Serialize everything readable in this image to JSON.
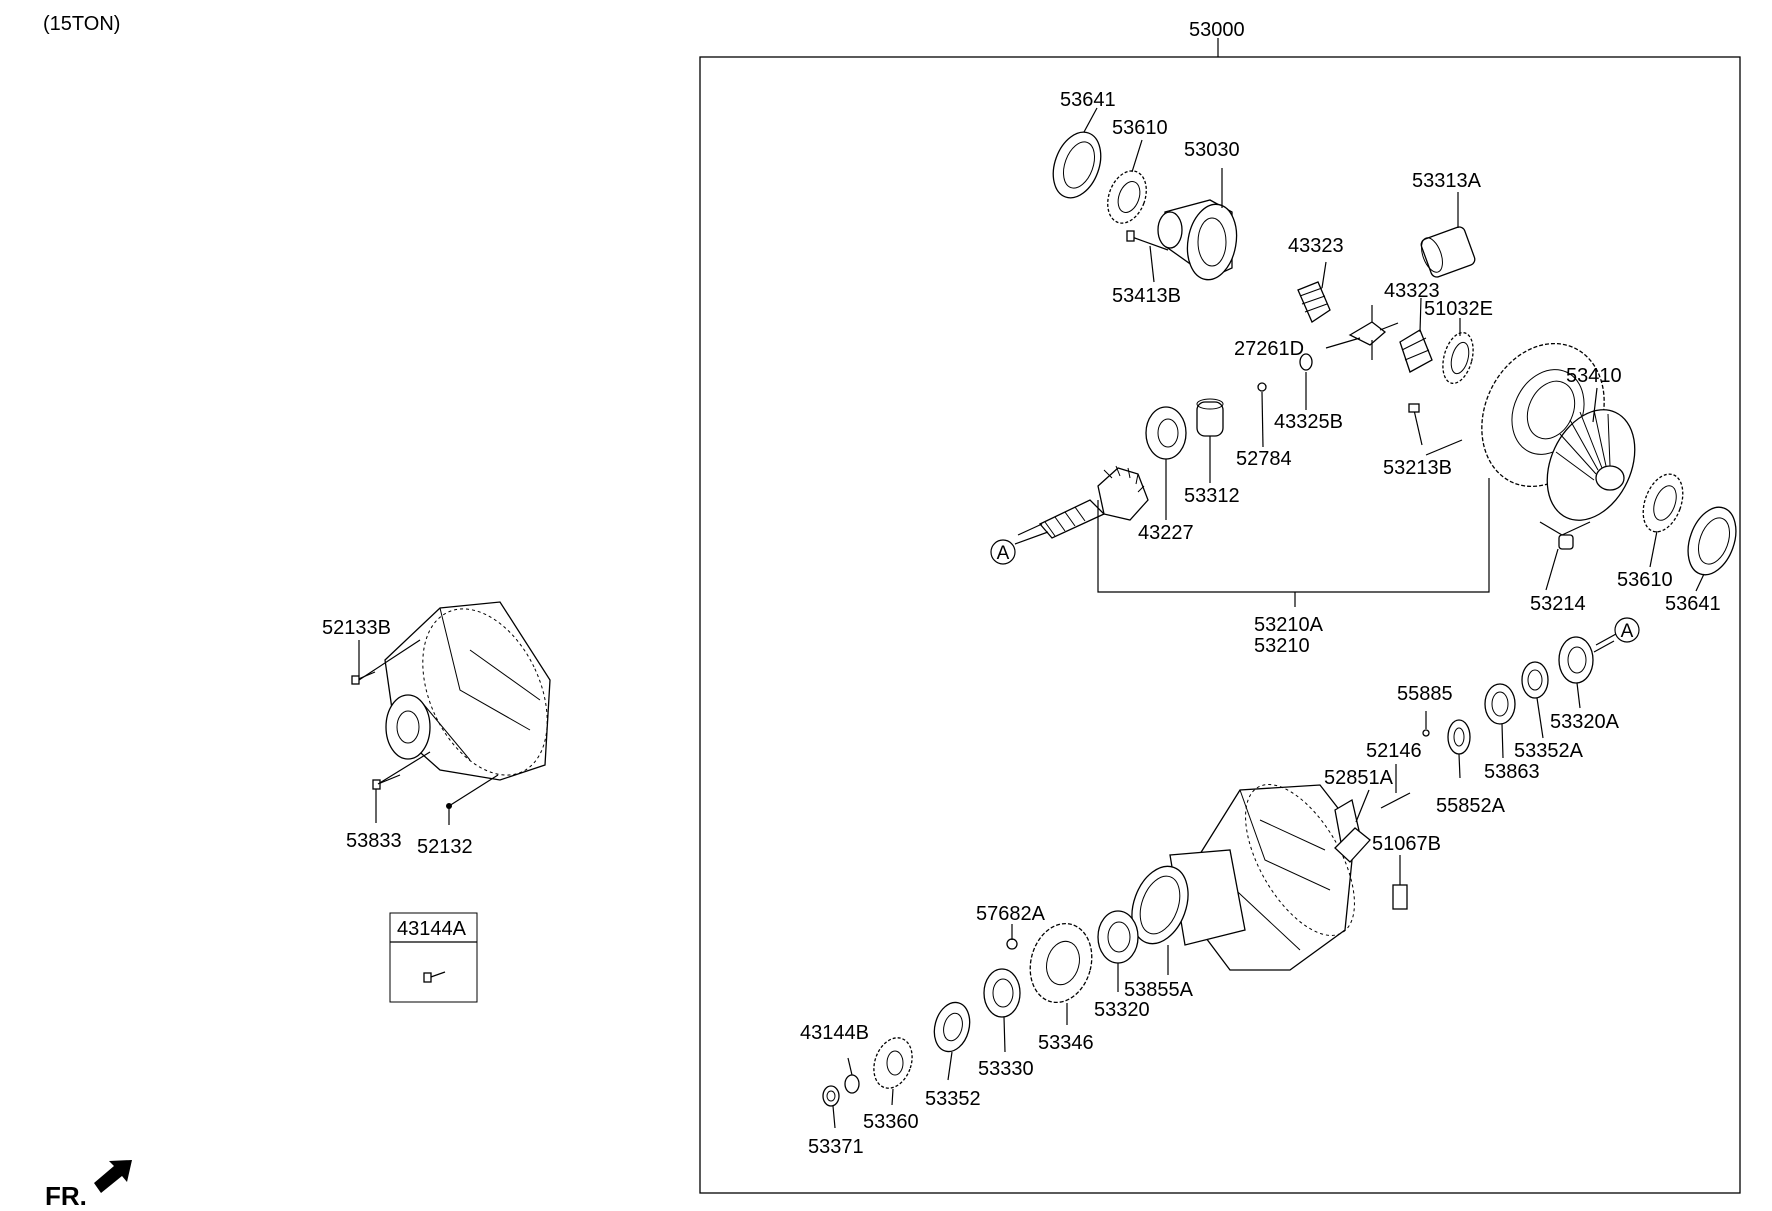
{
  "header": {
    "model": "(15TON)",
    "assembly_no": "53000"
  },
  "orientation": {
    "front_label": "FR."
  },
  "callouts": {
    "c53641a": "53641",
    "c53610a": "53610",
    "c53030": "53030",
    "c53313A": "53313A",
    "c53413B": "53413B",
    "c43323a": "43323",
    "c43323b": "43323",
    "c51032E": "51032E",
    "c27261D": "27261D",
    "c43325B": "43325B",
    "c52784": "52784",
    "c53312": "53312",
    "c43227": "43227",
    "c53410": "53410",
    "c53213B": "53213B",
    "c53610b": "53610",
    "c53641b": "53641",
    "c53214": "53214",
    "c53210A": "53210A",
    "c53210": "53210",
    "c55885": "55885",
    "c53320A": "53320A",
    "c52146": "52146",
    "c53352A": "53352A",
    "c53863": "53863",
    "c52851A": "52851A",
    "c55852A": "55852A",
    "c51067B": "51067B",
    "c57682A": "57682A",
    "c53855A": "53855A",
    "c53320": "53320",
    "c53346": "53346",
    "c53330": "53330",
    "c43144B": "43144B",
    "c53352": "53352",
    "c53360": "53360",
    "c53371": "53371",
    "c52133B": "52133B",
    "c53833": "53833",
    "c52132": "52132",
    "c43144A": "43144A"
  },
  "reference_marks": {
    "ref_a_left": "A",
    "ref_a_right": "A"
  }
}
